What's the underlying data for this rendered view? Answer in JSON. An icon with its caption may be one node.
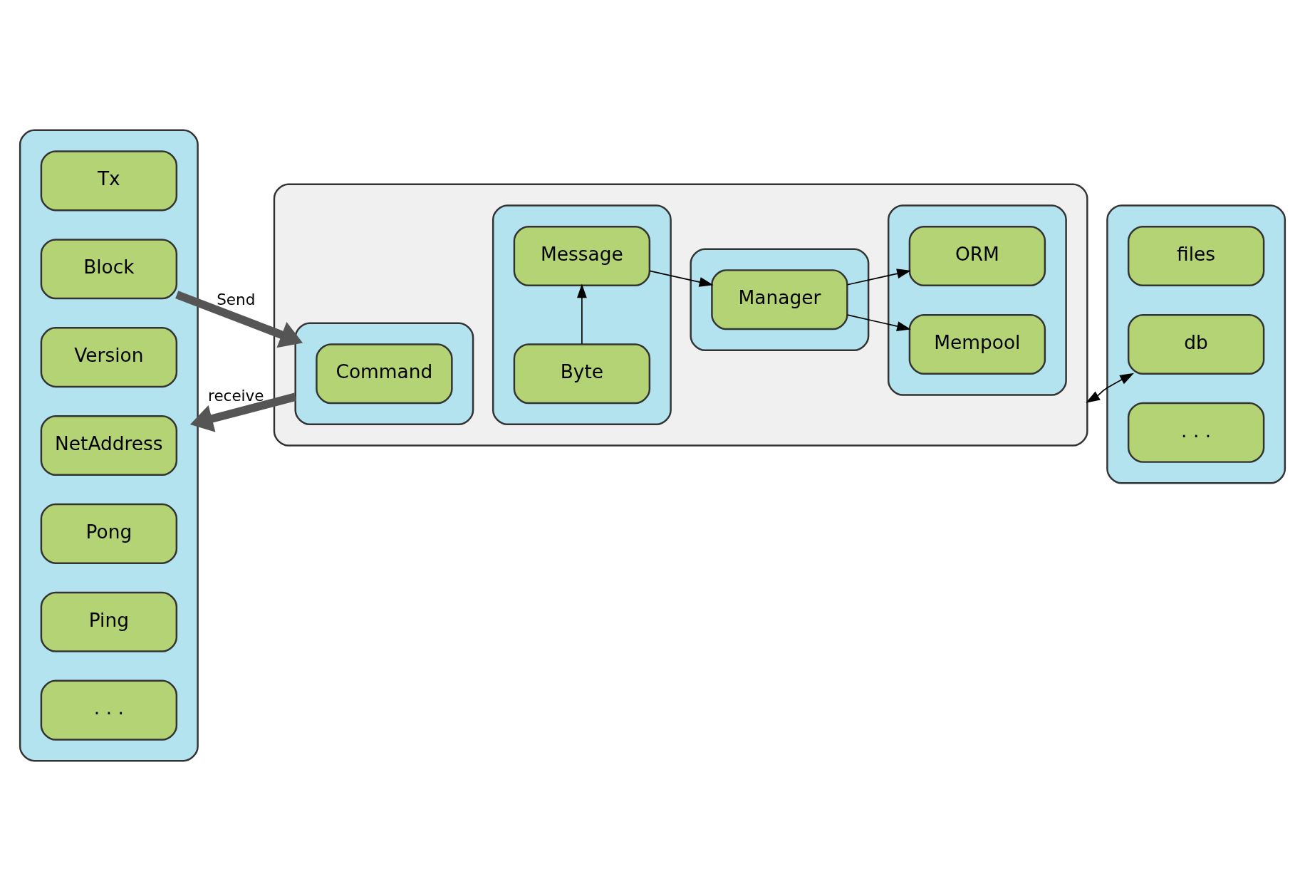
{
  "diagram": {
    "nodes": [
      {
        "text": [],
        "shape": "box"
      },
      {
        "text": [
          "Tx"
        ],
        "in": 0
      },
      {
        "text": [
          "Block"
        ],
        "in": 0
      },
      {
        "text": [
          "Version"
        ],
        "in": 0
      },
      {
        "text": [
          "NetAddress"
        ],
        "in": 0
      },
      {
        "text": [
          "Pong"
        ],
        "in": 0
      },
      {
        "text": [
          "Ping"
        ],
        "in": 0
      },
      {
        "text": [
          ". . ."
        ],
        "in": 0
      },
      {
        "text": [],
        "shape": "box"
      },
      {
        "text": [],
        "shape": "box",
        "in": 8
      },
      {
        "text": [
          "Command"
        ],
        "in": 9
      },
      {
        "text": [],
        "shape": "box",
        "in": 8
      },
      {
        "text": [
          "Byte"
        ],
        "in": 11
      },
      {
        "text": [
          "Message"
        ],
        "in": 11
      },
      {
        "text": [],
        "shape": "box",
        "in": 8
      },
      {
        "text": [
          "Manager"
        ],
        "in": 14
      },
      {
        "text": [],
        "shape": "box",
        "in": 8
      },
      {
        "text": [
          "Mempool"
        ],
        "in": 16
      },
      {
        "text": [
          "ORM"
        ],
        "in": 16
      },
      {
        "text": [],
        "shape": "box"
      },
      {
        "text": [
          "db"
        ],
        "in": 19
      },
      {
        "text": [
          "files"
        ],
        "in": 19
      },
      {
        "text": [
          ". . ."
        ],
        "in": 19
      }
    ],
    "edges": [
      {
        "from": 2,
        "to": 9,
        "arrow": "to",
        "label": "Send",
        "style": "thick"
      },
      {
        "from": 9,
        "to": 0,
        "arrow": "to",
        "label": "receive",
        "style": "thick"
      },
      {
        "from": 12,
        "to": 13,
        "arrow": "to"
      },
      {
        "from": 13,
        "to": 15,
        "arrow": "to"
      },
      {
        "from": 15,
        "to": 17,
        "arrow": "to"
      },
      {
        "from": 15,
        "to": 18,
        "arrow": "to"
      },
      {
        "from": 8,
        "to": 20,
        "arrow": "both"
      }
    ]
  }
}
